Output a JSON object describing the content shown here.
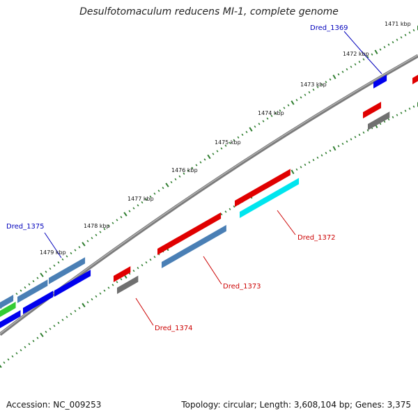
{
  "title": "Desulfotomaculum reducens MI-1, complete genome",
  "footer": {
    "accession": "Accession: NC_009253",
    "summary": "Topology: circular; Length: 3,608,104 bp; Genes: 3,375"
  },
  "colors": {
    "backbone": "#808080",
    "tick": "#2e7d2e",
    "red": "#e00000",
    "steel": "#4a7fb5",
    "cyan": "#00e5ee",
    "gray": "#707070",
    "blue": "#0000ee",
    "green": "#33cc33",
    "label_blue": "#0000bb",
    "label_red": "#cc0000"
  },
  "ruler": {
    "labels": [
      "1471 kbp",
      "1472 kbp",
      "1473 kbp",
      "1474 kbp",
      "1475 kbp",
      "1476 kbp",
      "1477 kbp",
      "1478 kbp",
      "1479 kbp"
    ]
  },
  "gene_labels": [
    "Dred_1369",
    "Dred_1372",
    "Dred_1373",
    "Dred_1374",
    "Dred_1375"
  ]
}
